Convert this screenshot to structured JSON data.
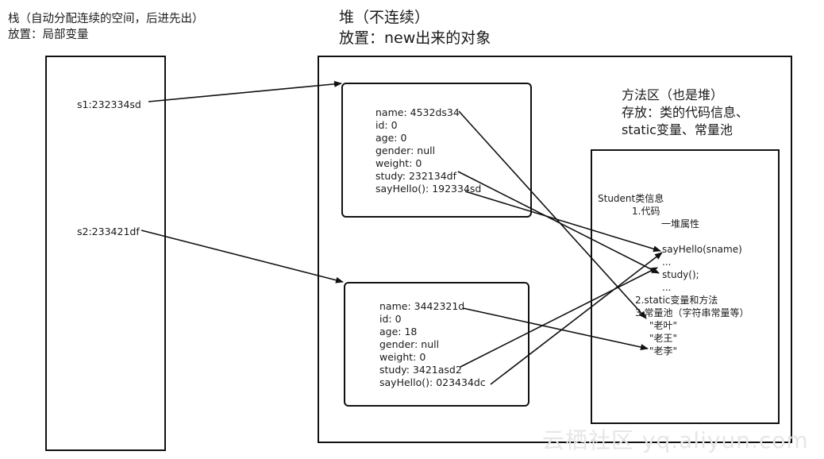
{
  "stack": {
    "title": "栈（自动分配连续的空间，后进先出）",
    "subtitle": "放置：局部变量",
    "s1": "s1:232334sd",
    "s2": "s2:233421df"
  },
  "heap": {
    "title": "堆（不连续）",
    "subtitle": "放置：new出来的对象"
  },
  "object1": {
    "fields": [
      "name: 4532ds34",
      "id: 0",
      "age: 0",
      "gender: null",
      "weight: 0",
      "study: 232134df",
      "sayHello(): 192334sd"
    ]
  },
  "object2": {
    "fields": [
      "name: 3442321d",
      "id: 0",
      "age: 18",
      "gender: null",
      "weight: 0",
      "study: 3421asd2",
      "sayHello(): 023434dc"
    ]
  },
  "method_area": {
    "title": "方法区（也是堆）",
    "line2": "存放：类的代码信息、",
    "line3": "static变量、常量池"
  },
  "class_info": {
    "header": "Student类信息",
    "code": "1.代码",
    "props": "一堆属性",
    "sayhello": "sayHello(sname)",
    "dots1": "...",
    "study": "study();",
    "dots2": "...",
    "static": "2.static变量和方法",
    "pool": "3.常量池（字符串常量等）",
    "str1": "\"老叶\"",
    "str2": "\"老王\"",
    "str3": "\"老李\""
  },
  "watermark": "云栖社区 yq.aliyun.com"
}
